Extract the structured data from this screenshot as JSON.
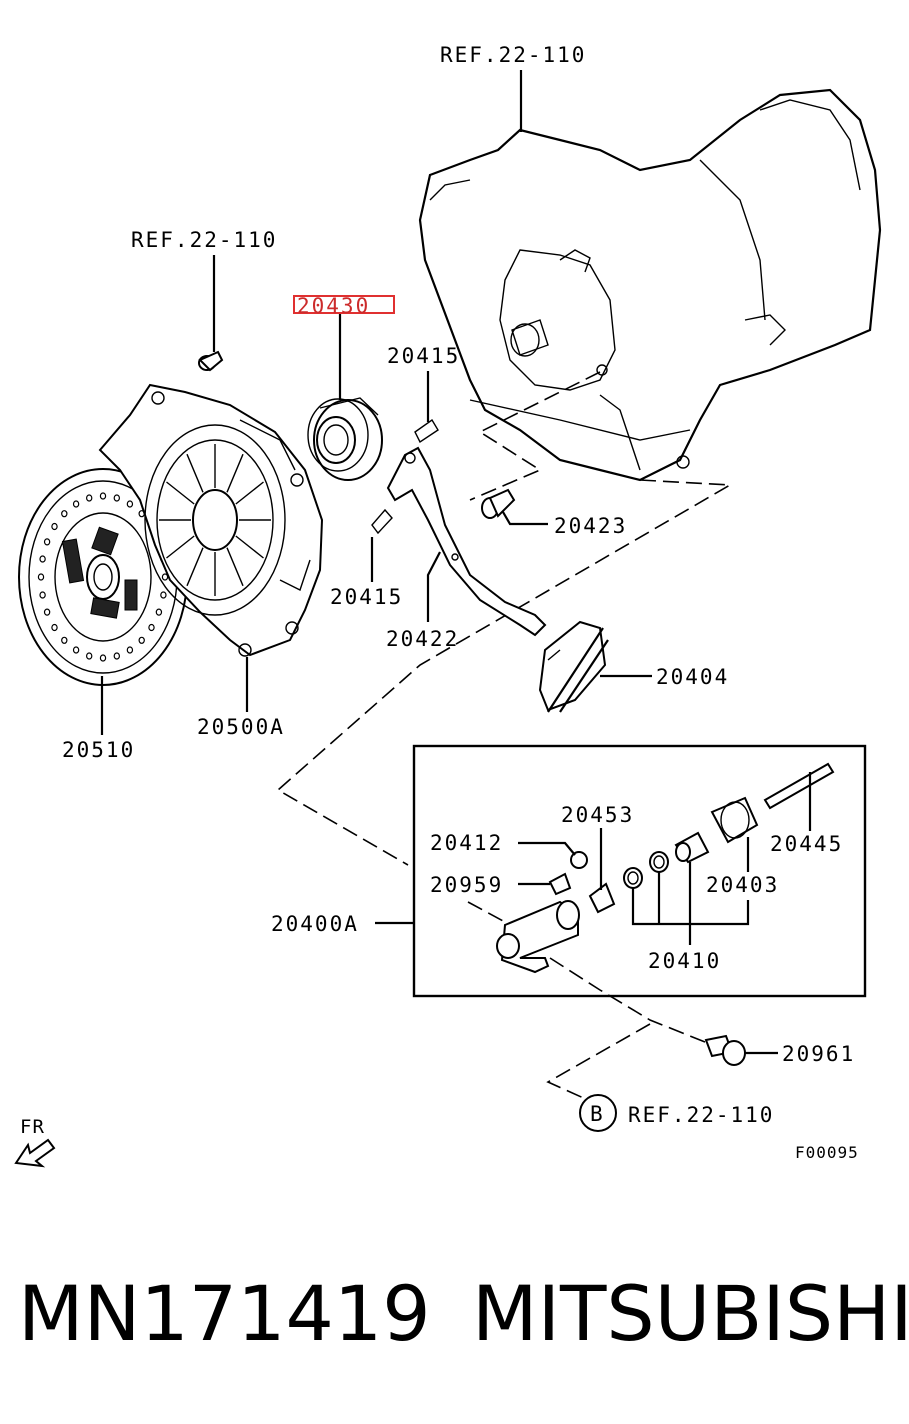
{
  "diagram_code": "F00095",
  "caption": {
    "part_number": "MN171419",
    "brand": "MITSUBISHI"
  },
  "orientation_label": "FR",
  "references": {
    "ref_top": "REF.22-110",
    "ref_left": "REF.22-110",
    "ref_bottom": "REF.22-110",
    "ref_bottom_marker": "B"
  },
  "highlighted_part": "20430",
  "callouts": {
    "p20415_top": "20415",
    "p20415_bottom": "20415",
    "p20423": "20423",
    "p20422": "20422",
    "p20404": "20404",
    "p20500a": "20500A",
    "p20510": "20510",
    "p20412": "20412",
    "p20453": "20453",
    "p20445": "20445",
    "p20959": "20959",
    "p20403": "20403",
    "p20400a": "20400A",
    "p20410": "20410",
    "p20961": "20961"
  },
  "colors": {
    "highlight": "#e03030",
    "line": "#000000",
    "background": "#ffffff"
  }
}
